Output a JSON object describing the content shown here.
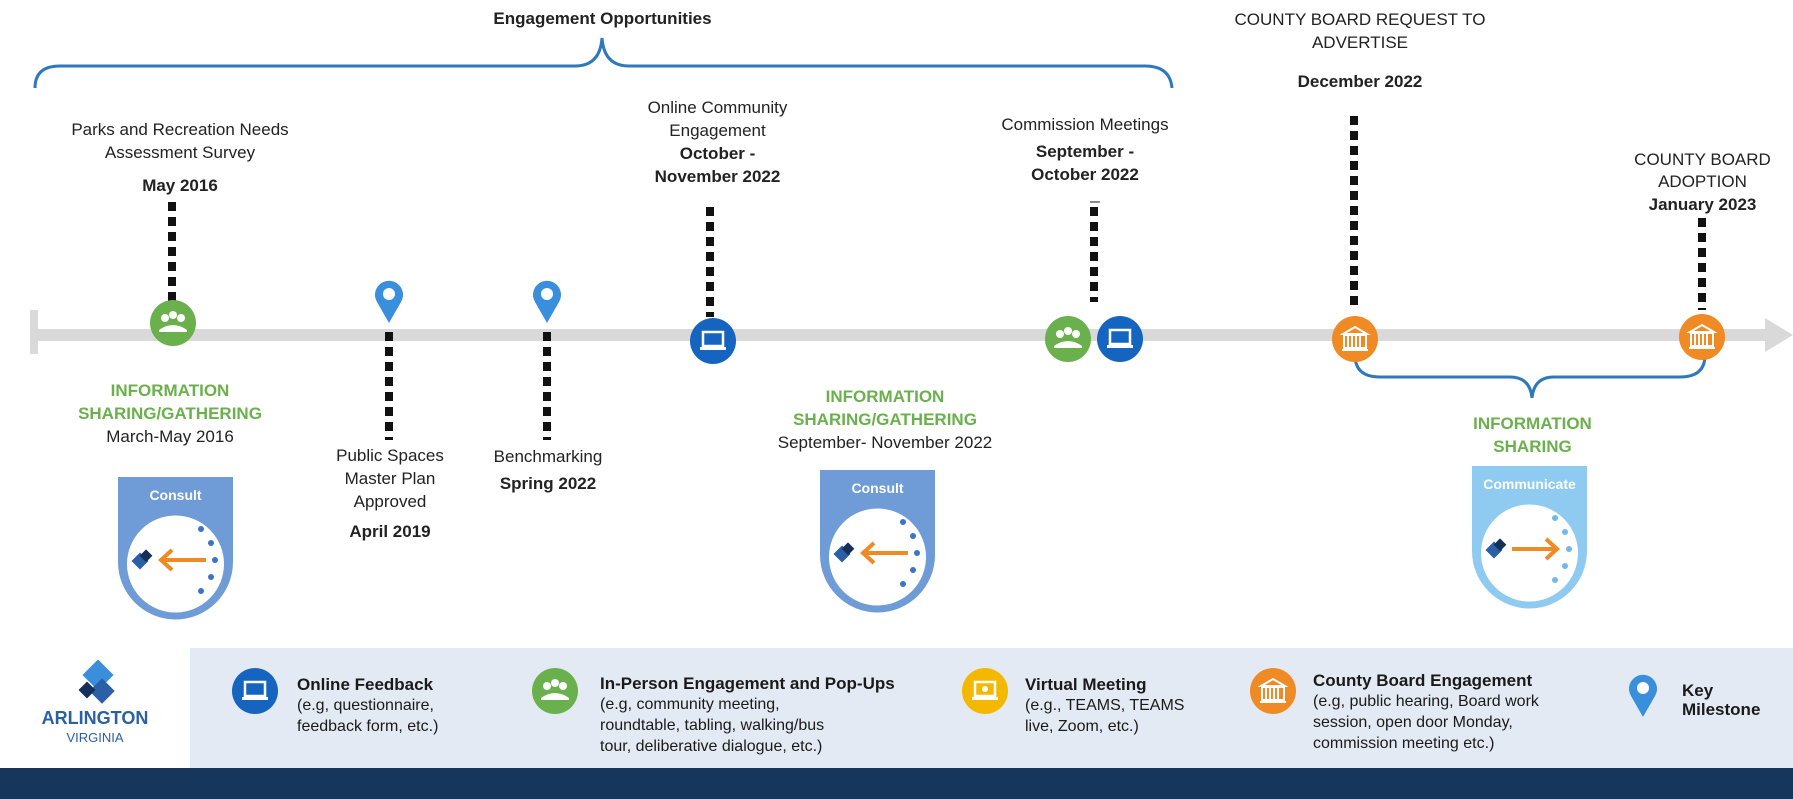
{
  "header": {
    "engagement_opportunities": "Engagement Opportunities"
  },
  "milestones": {
    "survey": {
      "title_line1": "Parks and Recreation Needs",
      "title_line2": "Assessment Survey",
      "date": "May 2016"
    },
    "info_gathering_1": {
      "line1": "INFORMATION",
      "line2": "SHARING/GATHERING",
      "dates": "March-May  2016"
    },
    "psmp": {
      "line1": "Public Spaces",
      "line2": "Master Plan",
      "line3": "Approved",
      "date": "April 2019"
    },
    "benchmarking": {
      "title": "Benchmarking",
      "date": "Spring 2022"
    },
    "online_community": {
      "line1": "Online Community",
      "line2": "Engagement",
      "date_line1": "October -",
      "date_line2": "November 2022"
    },
    "info_gathering_2": {
      "line1": "INFORMATION",
      "line2": "SHARING/GATHERING",
      "dates": "September- November 2022"
    },
    "commission": {
      "title": "Commission Meetings",
      "date_line1": "September -",
      "date_line2": "October 2022",
      "mark": "_"
    },
    "board_request": {
      "line1": "COUNTY BOARD REQUEST TO",
      "line2": "ADVERTISE",
      "date": "December 2022"
    },
    "board_adoption": {
      "line1": "COUNTY BOARD",
      "line2": "ADOPTION",
      "date": "January 2023"
    },
    "info_sharing": {
      "line1": "INFORMATION",
      "line2": "SHARING"
    }
  },
  "badges": {
    "consult": "Consult",
    "communicate": "Communicate"
  },
  "legend": {
    "logo_line1": "ARLINGTON",
    "logo_line2": "VIRGINIA",
    "online": {
      "title": "Online Feedback",
      "desc1": "(e.g, questionnaire,",
      "desc2": "feedback form, etc.)"
    },
    "in_person": {
      "title": "In-Person Engagement and Pop-Ups",
      "desc1": "(e.g, community meeting,",
      "desc2": "roundtable, tabling, walking/bus",
      "desc3": "tour, deliberative dialogue, etc.)"
    },
    "virtual": {
      "title": "Virtual Meeting",
      "desc1": "(e.g., TEAMS, TEAMS",
      "desc2": "live, Zoom, etc.)"
    },
    "county": {
      "title": "County Board Engagement",
      "desc1": "(e.g, public hearing, Board work",
      "desc2": "session, open door Monday,",
      "desc3": "commission meeting etc.)"
    },
    "milestone": {
      "title1": "Key",
      "title2": "Milestone"
    }
  },
  "colors": {
    "green": "#6ab04c",
    "dark_blue": "#1565c0",
    "orange": "#f08a24",
    "pin_blue": "#3a8fdc",
    "yellow": "#f5b800",
    "brace_blue": "#2f78bd",
    "footer": "#17365c"
  }
}
